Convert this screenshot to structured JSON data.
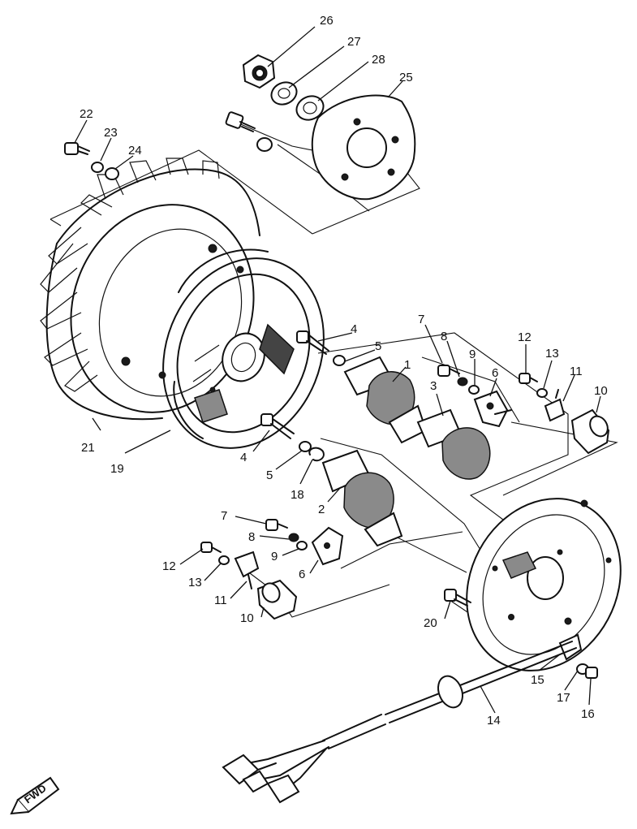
{
  "callouts": [
    {
      "id": "c26",
      "text": "26"
    },
    {
      "id": "c27",
      "text": "27"
    },
    {
      "id": "c28",
      "text": "28"
    },
    {
      "id": "c25",
      "text": "25"
    },
    {
      "id": "c22",
      "text": "22"
    },
    {
      "id": "c23",
      "text": "23"
    },
    {
      "id": "c24",
      "text": "24"
    },
    {
      "id": "c4a",
      "text": "4"
    },
    {
      "id": "c5a",
      "text": "5"
    },
    {
      "id": "c1",
      "text": "1"
    },
    {
      "id": "c7a",
      "text": "7"
    },
    {
      "id": "c8a",
      "text": "8"
    },
    {
      "id": "c9a",
      "text": "9"
    },
    {
      "id": "c6a",
      "text": "6"
    },
    {
      "id": "c12a",
      "text": "12"
    },
    {
      "id": "c13a",
      "text": "13"
    },
    {
      "id": "c11a",
      "text": "11"
    },
    {
      "id": "c10a",
      "text": "10"
    },
    {
      "id": "c3",
      "text": "3"
    },
    {
      "id": "c21",
      "text": "21"
    },
    {
      "id": "c19",
      "text": "19"
    },
    {
      "id": "c4b",
      "text": "4"
    },
    {
      "id": "c5b",
      "text": "5"
    },
    {
      "id": "c18",
      "text": "18"
    },
    {
      "id": "c2",
      "text": "2"
    },
    {
      "id": "c7b",
      "text": "7"
    },
    {
      "id": "c8b",
      "text": "8"
    },
    {
      "id": "c9b",
      "text": "9"
    },
    {
      "id": "c6b",
      "text": "6"
    },
    {
      "id": "c12b",
      "text": "12"
    },
    {
      "id": "c13b",
      "text": "13"
    },
    {
      "id": "c11b",
      "text": "11"
    },
    {
      "id": "c10b",
      "text": "10"
    },
    {
      "id": "c20",
      "text": "20"
    },
    {
      "id": "c15",
      "text": "15"
    },
    {
      "id": "c17",
      "text": "17"
    },
    {
      "id": "c16",
      "text": "16"
    },
    {
      "id": "c14",
      "text": "14"
    }
  ],
  "direction_marker": {
    "text": "FWD"
  }
}
